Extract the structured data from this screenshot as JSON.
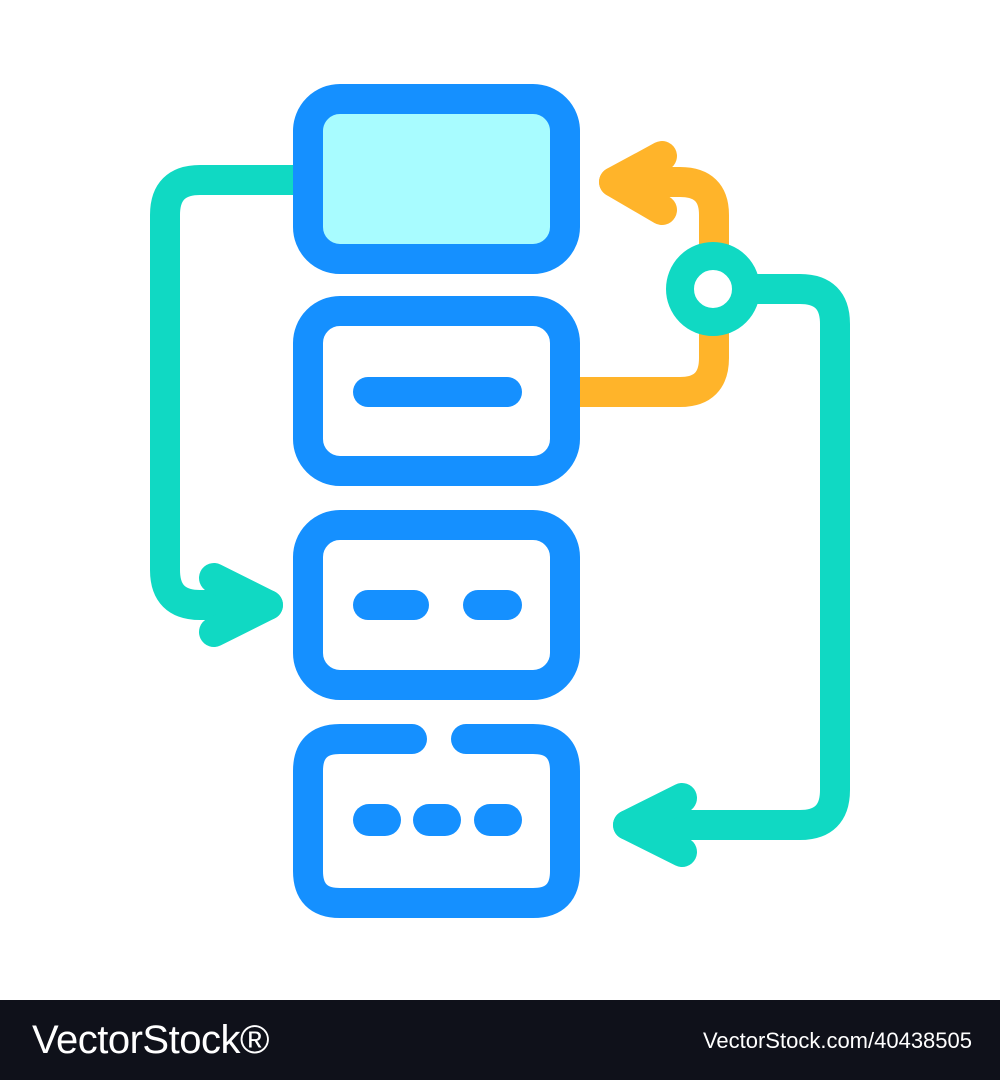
{
  "footer": {
    "brand": "VectorStock®",
    "stock_id": "VectorStock.com/40438505"
  },
  "colors": {
    "background": "#ffffff",
    "footer_background": "#0f111a",
    "footer_text": "#ffffff",
    "block_stroke": "#1590ff",
    "top_block_fill": "#a8fcff",
    "arrow_teal": "#10d9c3",
    "arrow_orange": "#ffb42a"
  },
  "illustration": {
    "subject": "workflow-diagram-icon",
    "blocks": [
      {
        "name": "top-block",
        "detail": "filled"
      },
      {
        "name": "second-block",
        "detail": "single-dash"
      },
      {
        "name": "third-block",
        "detail": "two-dashes"
      },
      {
        "name": "bottom-block",
        "detail": "three-dots"
      }
    ],
    "connectors": [
      {
        "name": "left-loop-arrow",
        "color": "teal"
      },
      {
        "name": "right-loop-arrow",
        "color": "teal"
      },
      {
        "name": "orange-branch-arrow",
        "color": "orange"
      },
      {
        "name": "junction-node",
        "color": "teal"
      }
    ]
  }
}
